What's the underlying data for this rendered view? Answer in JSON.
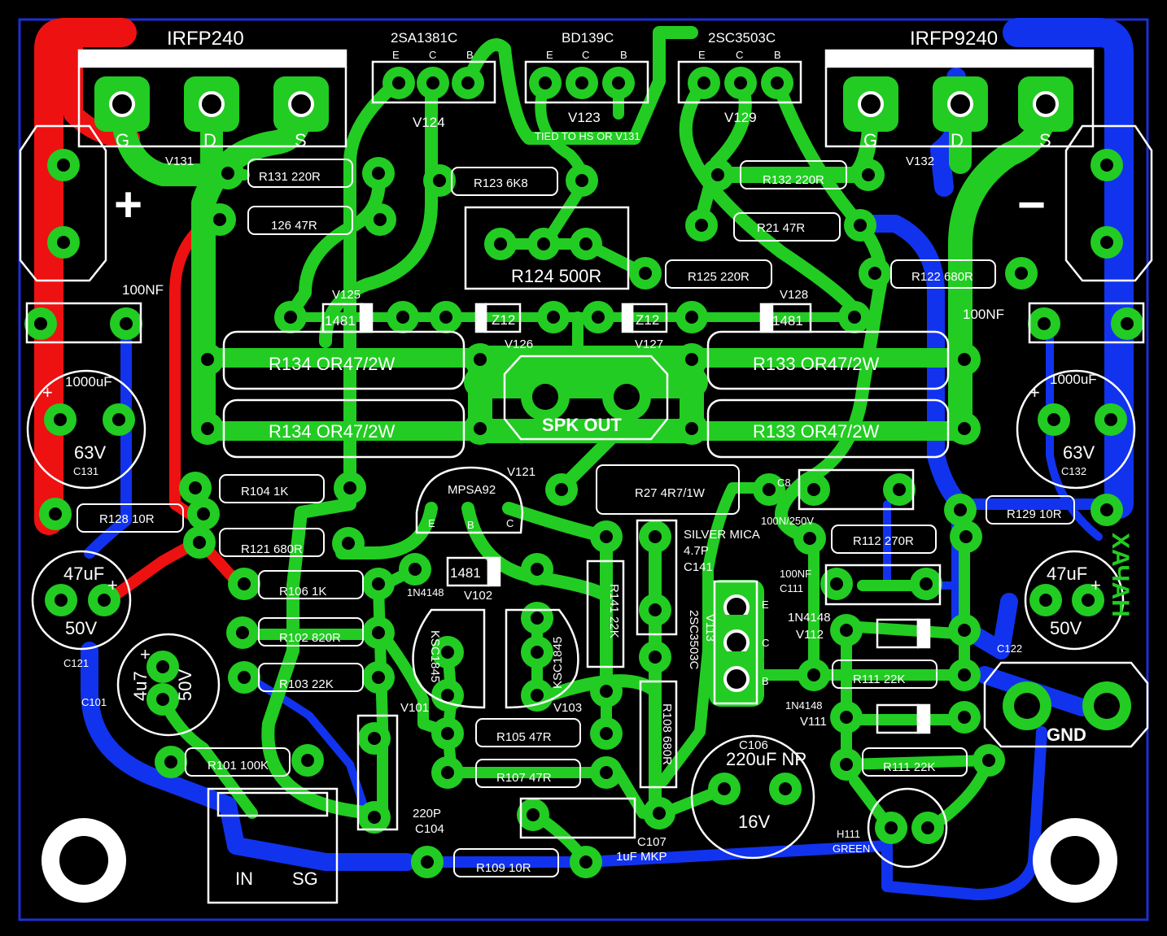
{
  "board": {
    "colors": {
      "background": "#000000",
      "trace_top": "#22cc22",
      "trace_red": "#ee1111",
      "trace_blue": "#1133ee",
      "silkscreen": "#ffffff",
      "frame": "#1e2fd0"
    },
    "signature": "ХАЧАН"
  },
  "transistors_top": [
    {
      "name": "2SA1381C",
      "ref": "V124",
      "pins": [
        "E",
        "C",
        "B"
      ]
    },
    {
      "name": "BD139C",
      "ref": "V123",
      "note": "TIED TO HS OR V131",
      "pins": [
        "E",
        "C",
        "B"
      ]
    },
    {
      "name": "2SC3503C",
      "ref": "V129",
      "pins": [
        "E",
        "C",
        "B"
      ]
    }
  ],
  "mosfets": [
    {
      "name": "IRFP240",
      "ref": "V131",
      "pins": [
        "G",
        "D",
        "S"
      ],
      "sign": "+"
    },
    {
      "name": "IRFP9240",
      "ref": "V132",
      "pins": [
        "G",
        "D",
        "S"
      ],
      "sign": "−"
    }
  ],
  "resistors": {
    "r131": "R131 220R",
    "r123": "R123 6K8",
    "r132": "R132 220R",
    "r126": "126 47R",
    "r21": "R21 47R",
    "r124": "R124 500R",
    "r125": "R125 220R",
    "r122": "R122 680R",
    "r134a": "R134 OR47/2W",
    "r134b": "R134 OR47/2W",
    "r133a": "R133 OR47/2W",
    "r133b": "R133 OR47/2W",
    "r104": "R104 1K",
    "r128": "R128 10R",
    "r121": "R121 680R",
    "r106": "R106 1K",
    "r102": "R102 820R",
    "r103": "R103 22K",
    "r101": "R101 100K",
    "r27": "R27 4R7/1W",
    "r129": "R129 10R",
    "r112": "R112 270R",
    "r141": "R141 22K",
    "r108": "R108 680R",
    "r105": "R105 47R",
    "r107": "R107 47R",
    "r109": "R109 10R",
    "r111a": "R111 22K",
    "r111b": "R111 22K"
  },
  "diodes": {
    "v125": "V125",
    "v126": "V126",
    "v127": "V127",
    "v128": "V128",
    "d1481": "1481",
    "z12": "Z12",
    "v102": "V102",
    "n4148": "1N4148",
    "v112": "V112",
    "v111": "V111"
  },
  "capacitors": {
    "c100nf": "100NF",
    "c1000": "1000uF",
    "c63v": "63V",
    "c131": "C131",
    "c132": "C132",
    "c47": "47uF",
    "c50v": "50V",
    "c121": "C121",
    "c122": "C122",
    "c101": "C101",
    "c101v": "4u7",
    "c101r": "50V",
    "c8": "C8",
    "c8v": "100N/250V",
    "c141": "C141",
    "c141a": "SILVER MICA",
    "c141b": "4.7P",
    "c111": "C111",
    "c111v": "100NF",
    "c104": "C104",
    "c104v": "220P",
    "c106": "C106",
    "c106v": "220uF NP",
    "c106r": "16V",
    "c107": "C107",
    "c107v": "1uF MKP"
  },
  "small_transistors": {
    "v121": "V121",
    "mpsa92": "MPSA92",
    "v101": "V101",
    "v103": "V103",
    "ksc": "KSC1845",
    "v113": "V113",
    "v113n": "2SC3503C"
  },
  "connectors": {
    "spk": "SPK OUT",
    "gnd": "GND",
    "in": "IN",
    "sg": "SG"
  },
  "led": {
    "ref": "H111",
    "color": "GREEN"
  },
  "signs": {
    "plus": "+",
    "minus": "−"
  }
}
